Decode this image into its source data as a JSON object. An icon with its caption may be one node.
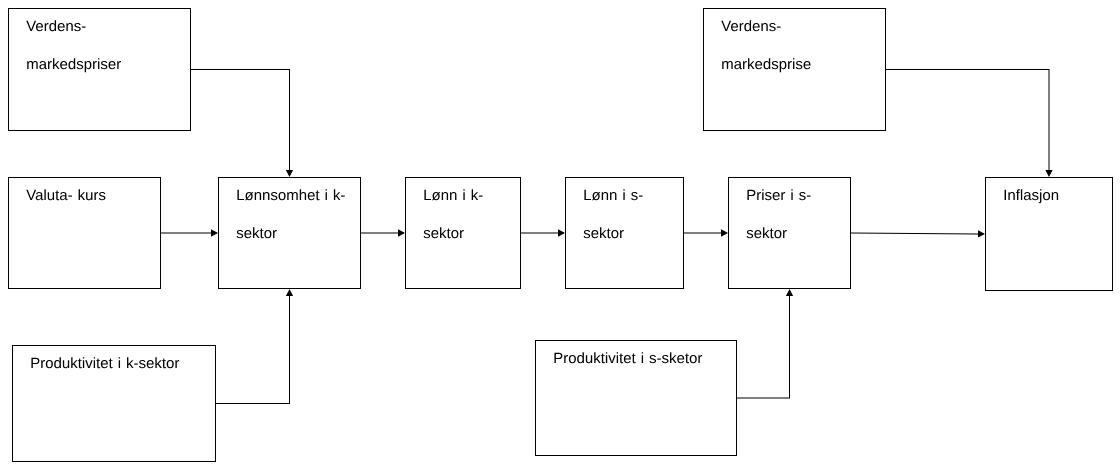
{
  "diagram": {
    "nodes": [
      {
        "text": [
          "Verdens- markedspriser"
        ]
      },
      {
        "text": [
          "Valuta- kurs"
        ]
      },
      {
        "text": [
          "Lønnsomhet i k-sektor"
        ]
      },
      {
        "text": [
          "Lønn i k- sektor"
        ]
      },
      {
        "text": [
          "Lønn i s- sektor"
        ]
      },
      {
        "text": [
          "Priser i s-sektor"
        ]
      },
      {
        "text": [
          "Inflasjon"
        ]
      },
      {
        "text": [
          "Verdens- markedsprise"
        ]
      },
      {
        "text": [
          "Produktivitet i k-sektor"
        ]
      },
      {
        "text": [
          "Produktivitet i s-sketor"
        ]
      }
    ],
    "edges": [
      {
        "from": 0,
        "to": 2,
        "arrow": "to"
      },
      {
        "from": 1,
        "to": 2,
        "arrow": "to"
      },
      {
        "from": 2,
        "to": 3,
        "arrow": "to"
      },
      {
        "from": 3,
        "to": 4,
        "arrow": "to"
      },
      {
        "from": 4,
        "to": 5,
        "arrow": "to"
      },
      {
        "from": 5,
        "to": 6,
        "arrow": "to"
      },
      {
        "from": 7,
        "to": 6,
        "arrow": "to"
      },
      {
        "from": 8,
        "to": 2,
        "arrow": "to"
      },
      {
        "from": 9,
        "to": 5,
        "arrow": "to"
      }
    ]
  }
}
